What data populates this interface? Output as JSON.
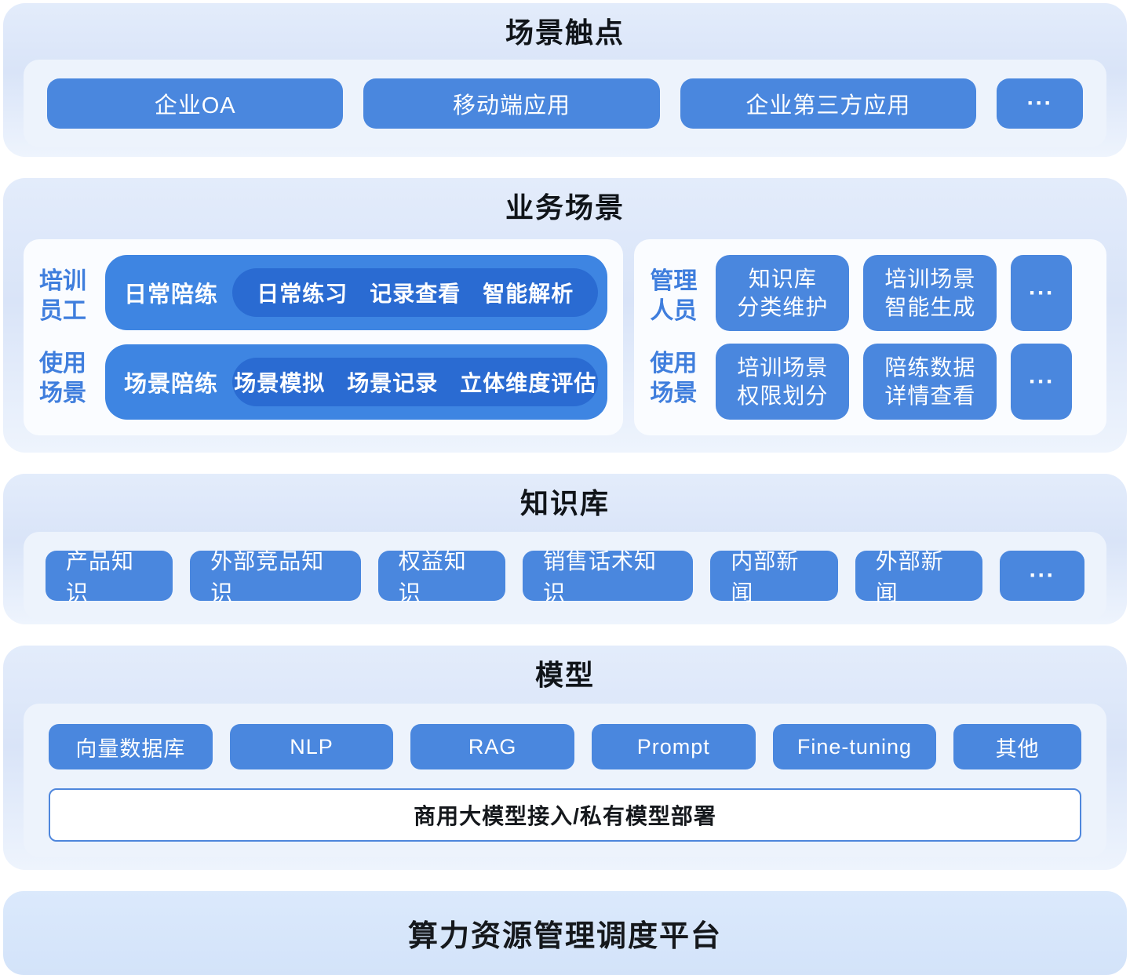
{
  "colors": {
    "accent_blue": "#4a87de",
    "pill_blue": "#3e85e2",
    "pill_dark_blue": "#2a6bd2",
    "side_label_blue": "#3f7edd",
    "card_bg_blue": "#d9e4f8",
    "card_shadow_blue": "#8396e2",
    "panel_bg": "#edf3fc",
    "title_dark": "#101419"
  },
  "sections": {
    "touchpoints": {
      "title": "场景触点",
      "items": [
        "企业OA",
        "移动端应用",
        "企业第三方应用"
      ],
      "more": "···"
    },
    "business": {
      "title": "业务场景",
      "left": {
        "labels": [
          [
            "培训",
            "员工"
          ],
          [
            "使用",
            "场景"
          ]
        ],
        "rows": [
          {
            "label": "日常陪练",
            "items": [
              "日常练习",
              "记录查看",
              "智能解析"
            ]
          },
          {
            "label": "场景陪练",
            "items": [
              "场景模拟",
              "场景记录",
              "立体维度评估"
            ]
          }
        ]
      },
      "right": {
        "labels": [
          [
            "管理",
            "人员"
          ],
          [
            "使用",
            "场景"
          ]
        ],
        "rows": [
          {
            "buttons": [
              [
                "知识库",
                "分类维护"
              ],
              [
                "培训场景",
                "智能生成"
              ]
            ],
            "more": "···"
          },
          {
            "buttons": [
              [
                "培训场景",
                "权限划分"
              ],
              [
                "陪练数据",
                "详情查看"
              ]
            ],
            "more": "···"
          }
        ]
      }
    },
    "knowledge": {
      "title": "知识库",
      "items": [
        "产品知识",
        "外部竞品知识",
        "权益知识",
        "销售话术知识",
        "内部新闻",
        "外部新闻"
      ],
      "more": "···"
    },
    "model": {
      "title": "模型",
      "items": [
        "向量数据库",
        "NLP",
        "RAG",
        "Prompt",
        "Fine-tuning",
        "其他"
      ],
      "bar": "商用大模型接入/私有模型部署"
    },
    "platform": {
      "title": "算力资源管理调度平台"
    }
  }
}
